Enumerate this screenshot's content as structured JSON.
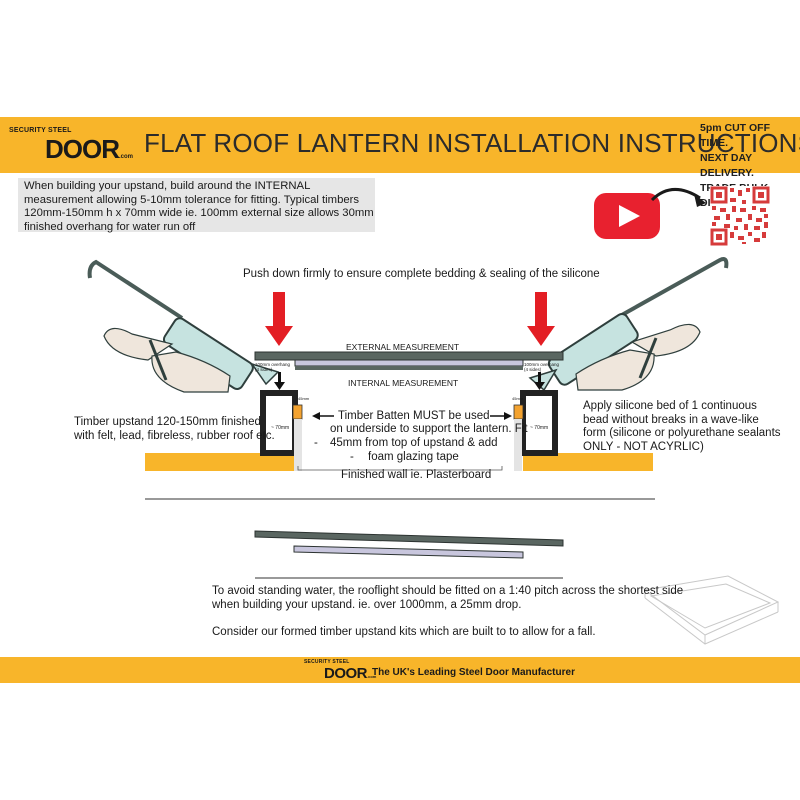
{
  "header": {
    "logo_top": "SECURITY STEEL",
    "logo_main": "DOOR",
    "logo_suffix": ".com",
    "title": "FLAT ROOF LANTERN INSTALLATION INSTRUCTIONS",
    "promo": [
      "5pm CUT OFF TIME.",
      "NEXT DAY DELIVERY.",
      "TRADE BULK DISCOUNT"
    ]
  },
  "intro": "When building your upstand, build around the INTERNAL measurement allowing 5-10mm tolerance for fitting. Typical timbers 120mm-150mm h x 70mm wide ie. 100mm external size allows 30mm finished overhang for water run off",
  "diagram": {
    "push_note": "Push down firmly to ensure complete bedding & sealing of the silicone",
    "external_label": "EXTERNAL MEASUREMENT",
    "internal_label": "INTERNAL MEASUREMENT",
    "overhang_left": "100mm overhang (4 sides)",
    "overhang_right": "100mm overhang (4 sides)",
    "timber_left": [
      "Timber upstand 120-150mm finished",
      "with felt, lead, fibreless, rubber roof etc."
    ],
    "batten_lines": [
      "Timber Batten MUST be used",
      "on underside to support the lantern. Fit",
      "45mm from top of upstand & add",
      "foam glazing tape"
    ],
    "batten_bullets": [
      "-",
      "-"
    ],
    "silicone_lines": [
      "Apply silicone bed of 1 continuous",
      "bead without breaks in a wave-like",
      "form (silicone or polyurethane sealants",
      "ONLY - NOT ACYRLIC)"
    ],
    "wall_label": "Finished wall ie. Plasterboard",
    "timber_dim_left": "~ 70mm",
    "timber_dim_right": "~ 70mm",
    "batten_dim_left": "45mm",
    "batten_dim_right": "45mm"
  },
  "pitch": {
    "line1": "To avoid standing water, the rooflight should be fitted on a 1:40 pitch across the shortest side",
    "line2": "when building your upstand. ie. over 1000mm, a 25mm drop.",
    "line3": "Consider our formed timber upstand kits which are built to to allow for a fall."
  },
  "footer": {
    "logo_top": "SECURITY STEEL",
    "logo_main": "DOOR",
    "logo_suffix": ".com",
    "tagline": "The UK's Leading Steel Door Manufacturer"
  },
  "colors": {
    "accent": "#f8b52a",
    "arrow_red": "#e31e24",
    "youtube_red": "#e8212f",
    "frame_grey": "#5a6661"
  },
  "icons": [
    "youtube-play-icon",
    "qr-code-icon",
    "curved-arrow-icon",
    "down-arrow-icon",
    "sealant-gun-icon"
  ]
}
